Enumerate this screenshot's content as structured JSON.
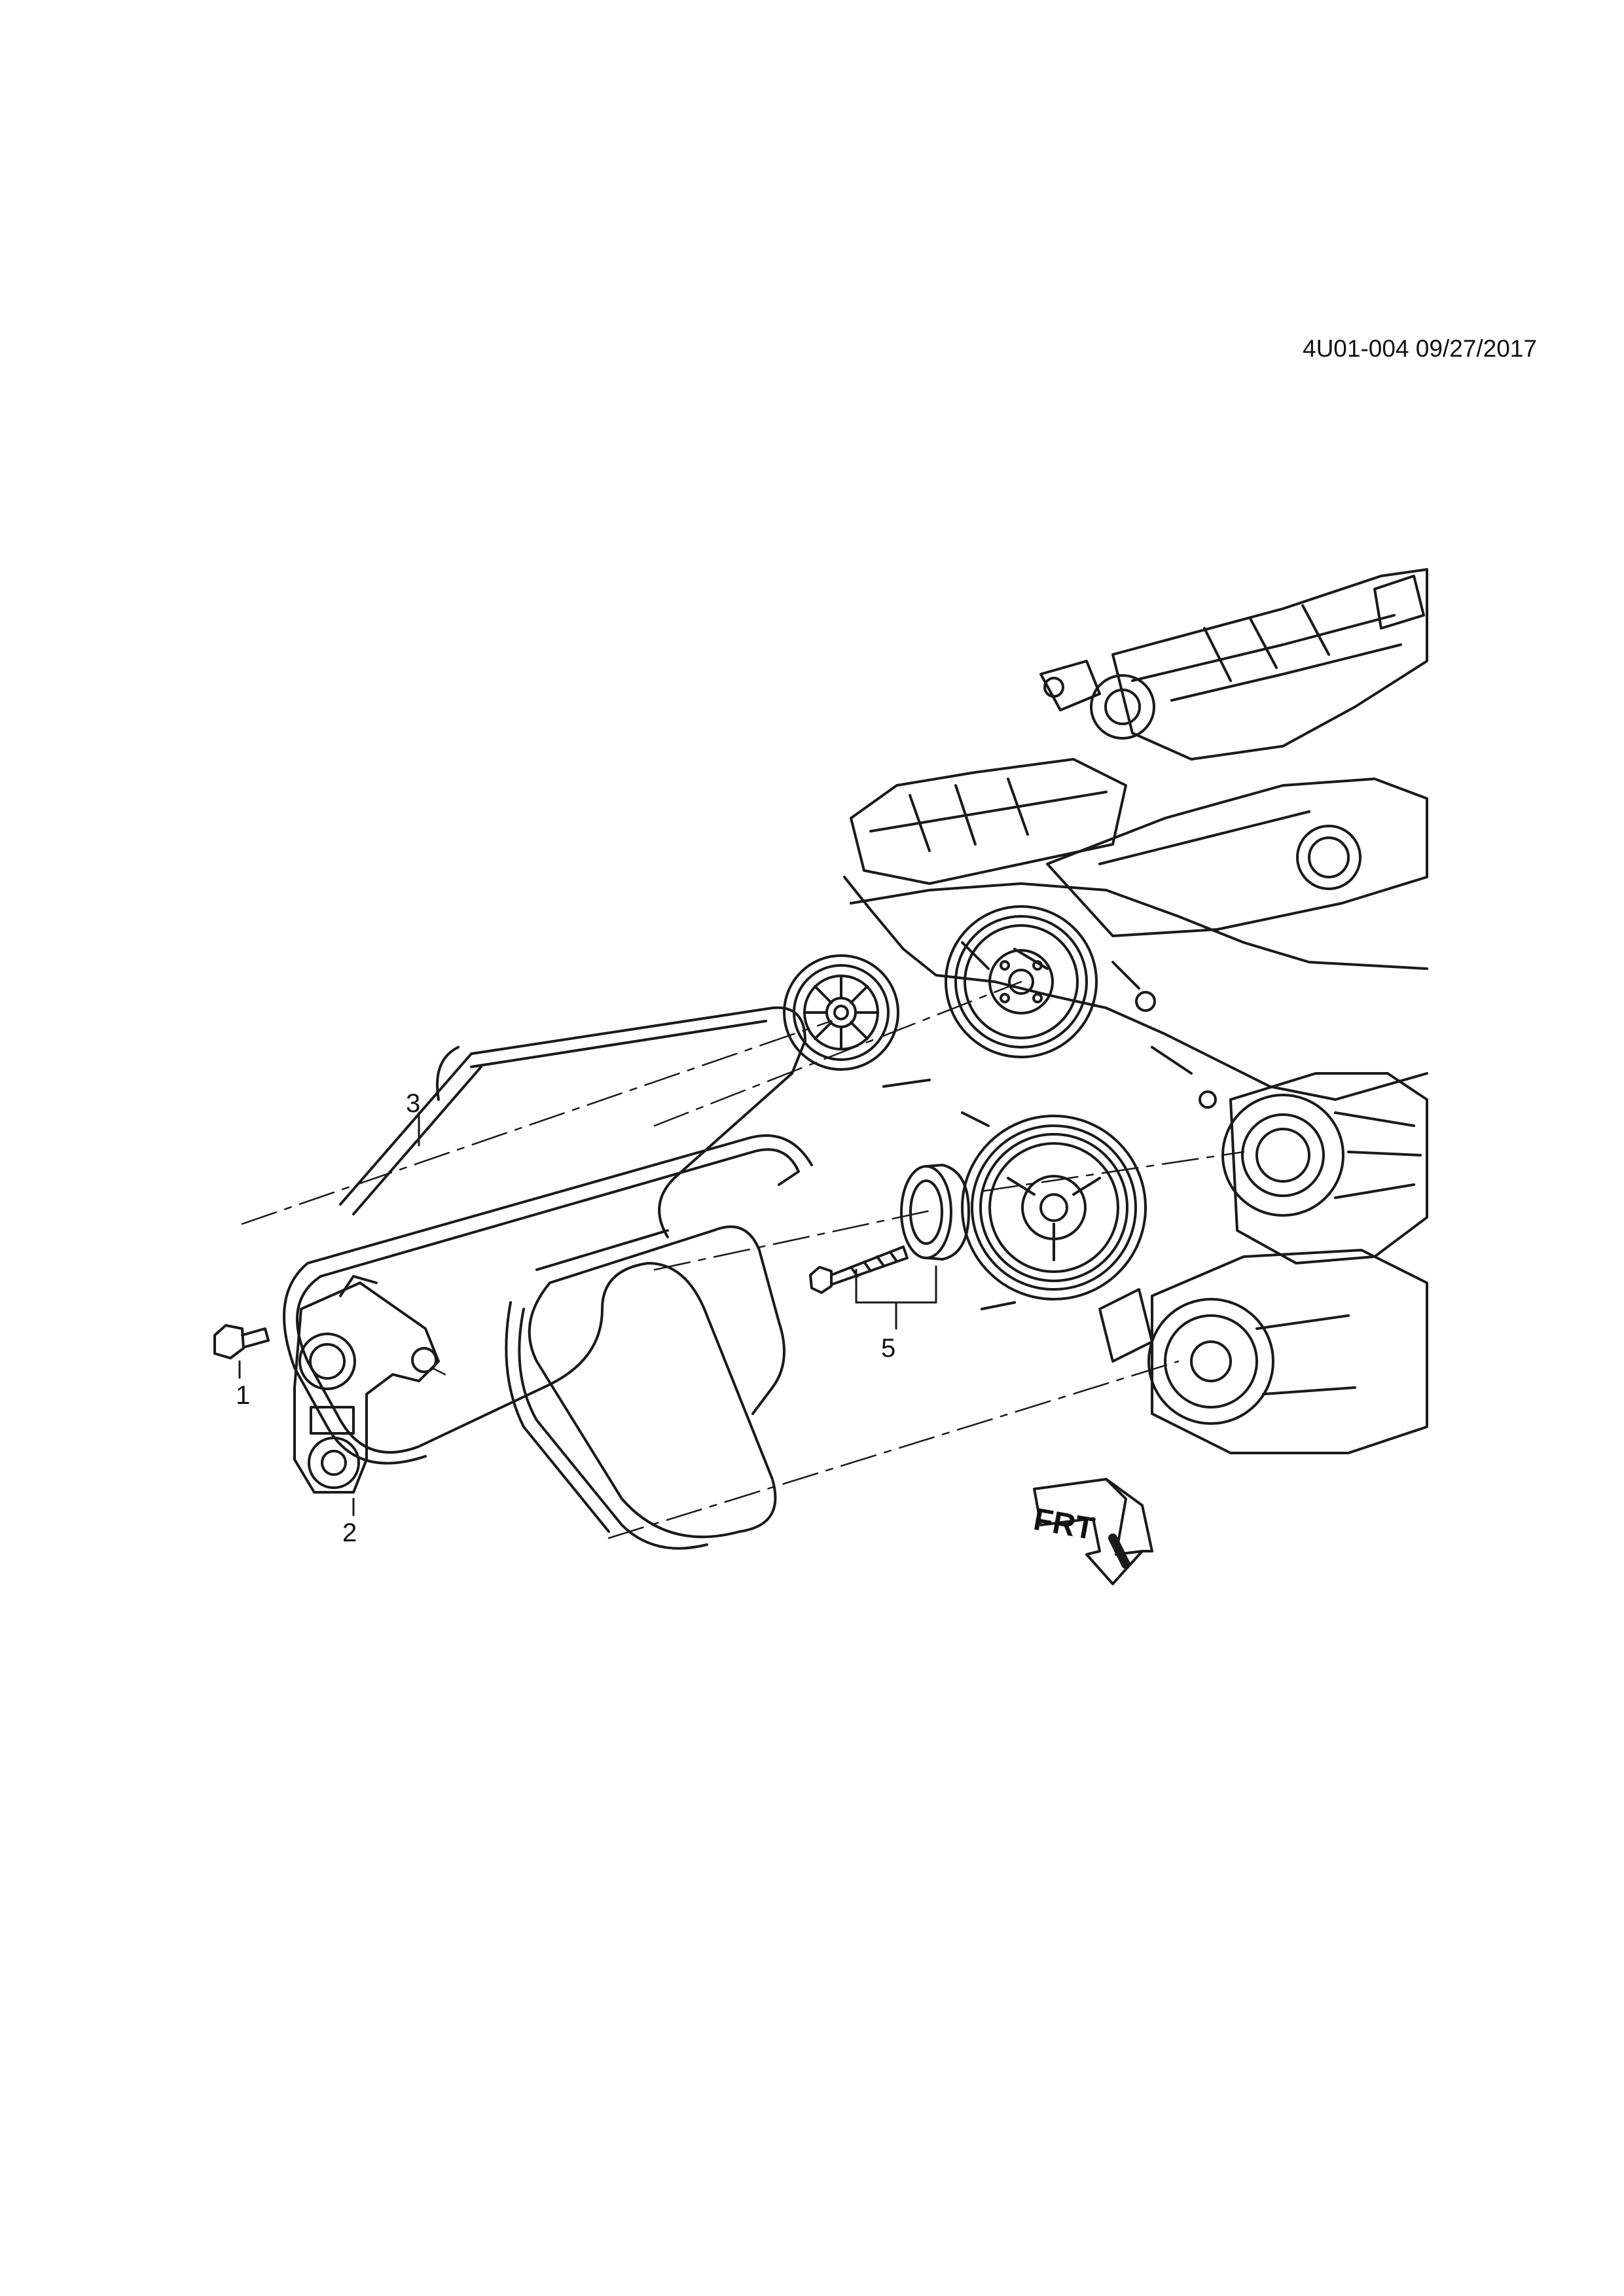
{
  "diagram": {
    "reference": "4U01-004 09/27/2017",
    "callouts": [
      {
        "id": "1",
        "label": "1"
      },
      {
        "id": "2",
        "label": "2"
      },
      {
        "id": "3",
        "label": "3"
      },
      {
        "id": "5",
        "label": "5"
      }
    ],
    "front_arrow_text": "FRT",
    "colors": {
      "line": "#1a1a1a",
      "background": "#ffffff"
    }
  }
}
